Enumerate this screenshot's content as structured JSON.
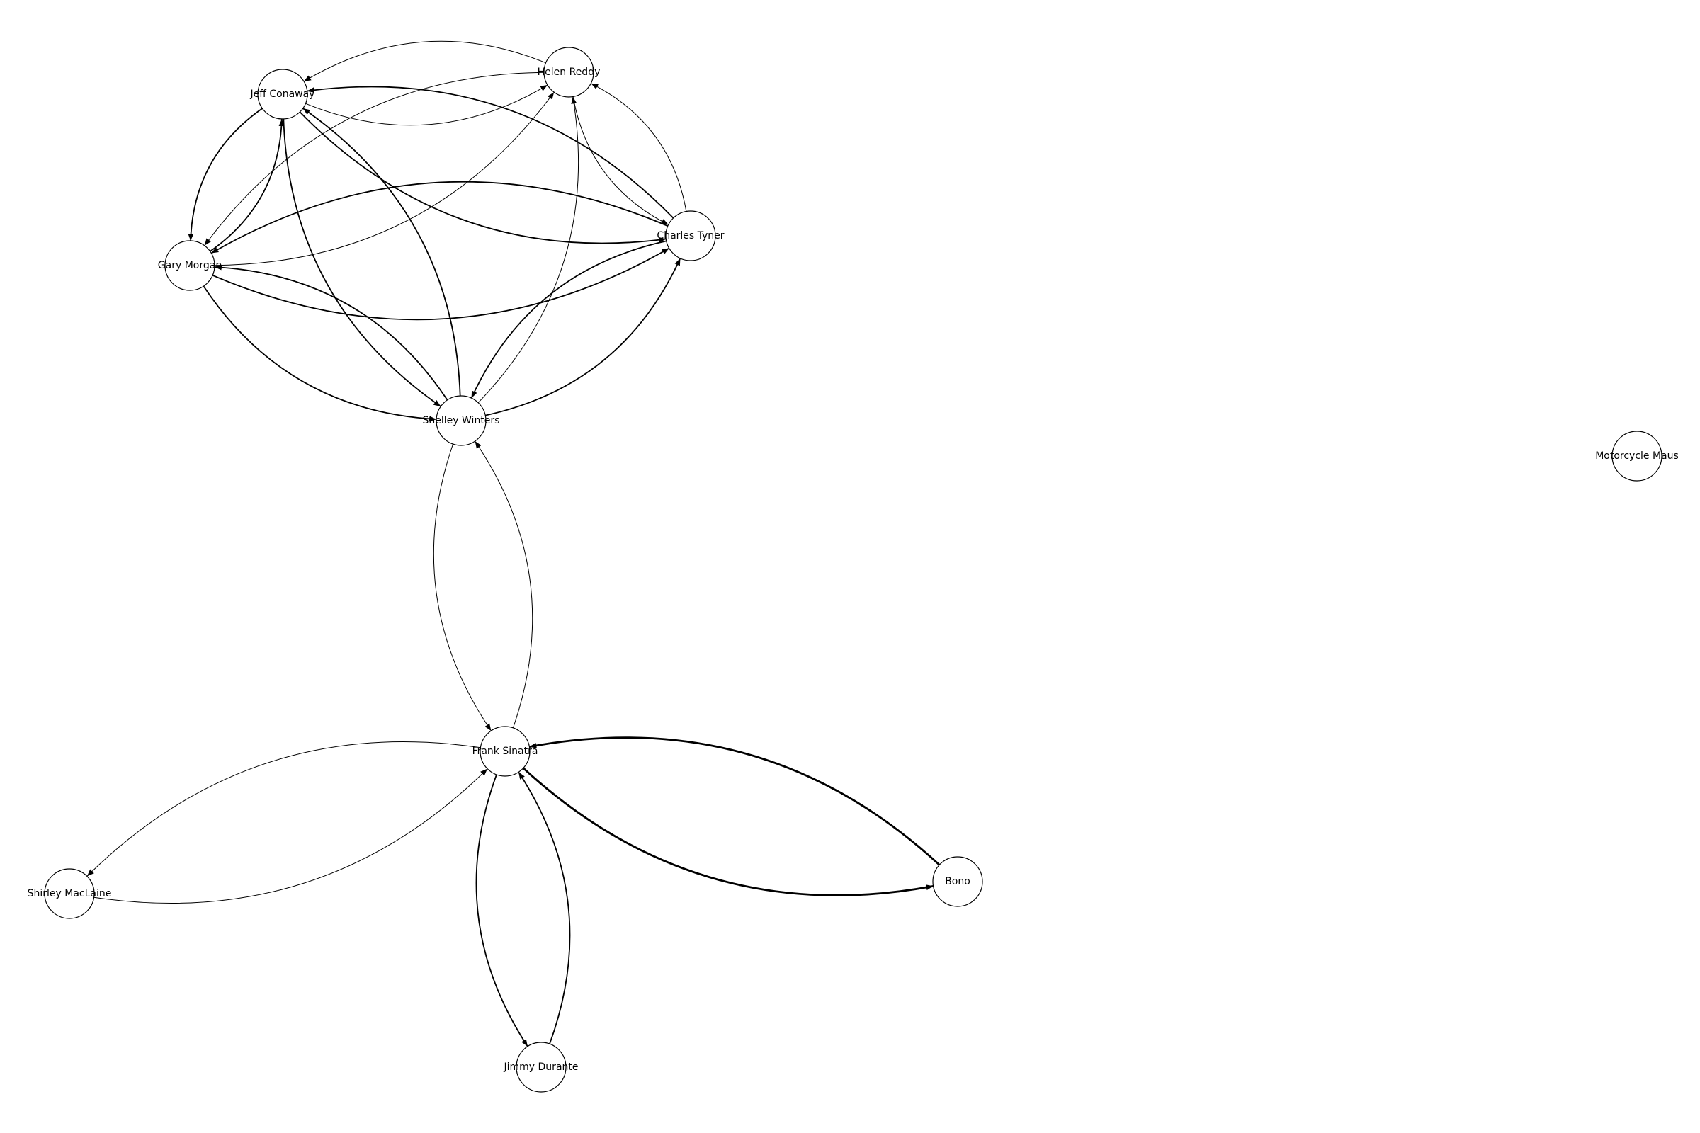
{
  "nodes": [
    {
      "id": "helen",
      "label": "Helen Reddy"
    },
    {
      "id": "jeff",
      "label": "Jeff Conaway"
    },
    {
      "id": "gary",
      "label": "Gary Morgan"
    },
    {
      "id": "charles",
      "label": "Charles Tyner"
    },
    {
      "id": "shelley",
      "label": "Shelley Winters"
    },
    {
      "id": "frank",
      "label": "Frank Sinatra"
    },
    {
      "id": "shirley",
      "label": "Shirley MacLaine"
    },
    {
      "id": "bono",
      "label": "Bono"
    },
    {
      "id": "jimmy",
      "label": "Jimmy Durante"
    },
    {
      "id": "motorcycle",
      "label": "Motorcycle Maus"
    }
  ],
  "edges": [
    {
      "source": "helen",
      "target": "jeff",
      "weight": 1
    },
    {
      "source": "helen",
      "target": "gary",
      "weight": 1
    },
    {
      "source": "helen",
      "target": "charles",
      "weight": 1
    },
    {
      "source": "jeff",
      "target": "helen",
      "weight": 1
    },
    {
      "source": "jeff",
      "target": "gary",
      "weight": 2
    },
    {
      "source": "jeff",
      "target": "charles",
      "weight": 2
    },
    {
      "source": "jeff",
      "target": "shelley",
      "weight": 2
    },
    {
      "source": "gary",
      "target": "jeff",
      "weight": 2
    },
    {
      "source": "gary",
      "target": "helen",
      "weight": 1
    },
    {
      "source": "gary",
      "target": "charles",
      "weight": 2
    },
    {
      "source": "gary",
      "target": "shelley",
      "weight": 2
    },
    {
      "source": "charles",
      "target": "helen",
      "weight": 1
    },
    {
      "source": "charles",
      "target": "jeff",
      "weight": 2
    },
    {
      "source": "charles",
      "target": "gary",
      "weight": 2
    },
    {
      "source": "charles",
      "target": "shelley",
      "weight": 2
    },
    {
      "source": "shelley",
      "target": "helen",
      "weight": 1
    },
    {
      "source": "shelley",
      "target": "jeff",
      "weight": 2
    },
    {
      "source": "shelley",
      "target": "gary",
      "weight": 2
    },
    {
      "source": "shelley",
      "target": "charles",
      "weight": 2
    },
    {
      "source": "shelley",
      "target": "frank",
      "weight": 1
    },
    {
      "source": "frank",
      "target": "shelley",
      "weight": 1
    },
    {
      "source": "frank",
      "target": "shirley",
      "weight": 1
    },
    {
      "source": "frank",
      "target": "bono",
      "weight": 3
    },
    {
      "source": "frank",
      "target": "jimmy",
      "weight": 2
    },
    {
      "source": "shirley",
      "target": "frank",
      "weight": 1
    },
    {
      "source": "bono",
      "target": "frank",
      "weight": 3
    },
    {
      "source": "jimmy",
      "target": "frank",
      "weight": 2
    }
  ]
}
